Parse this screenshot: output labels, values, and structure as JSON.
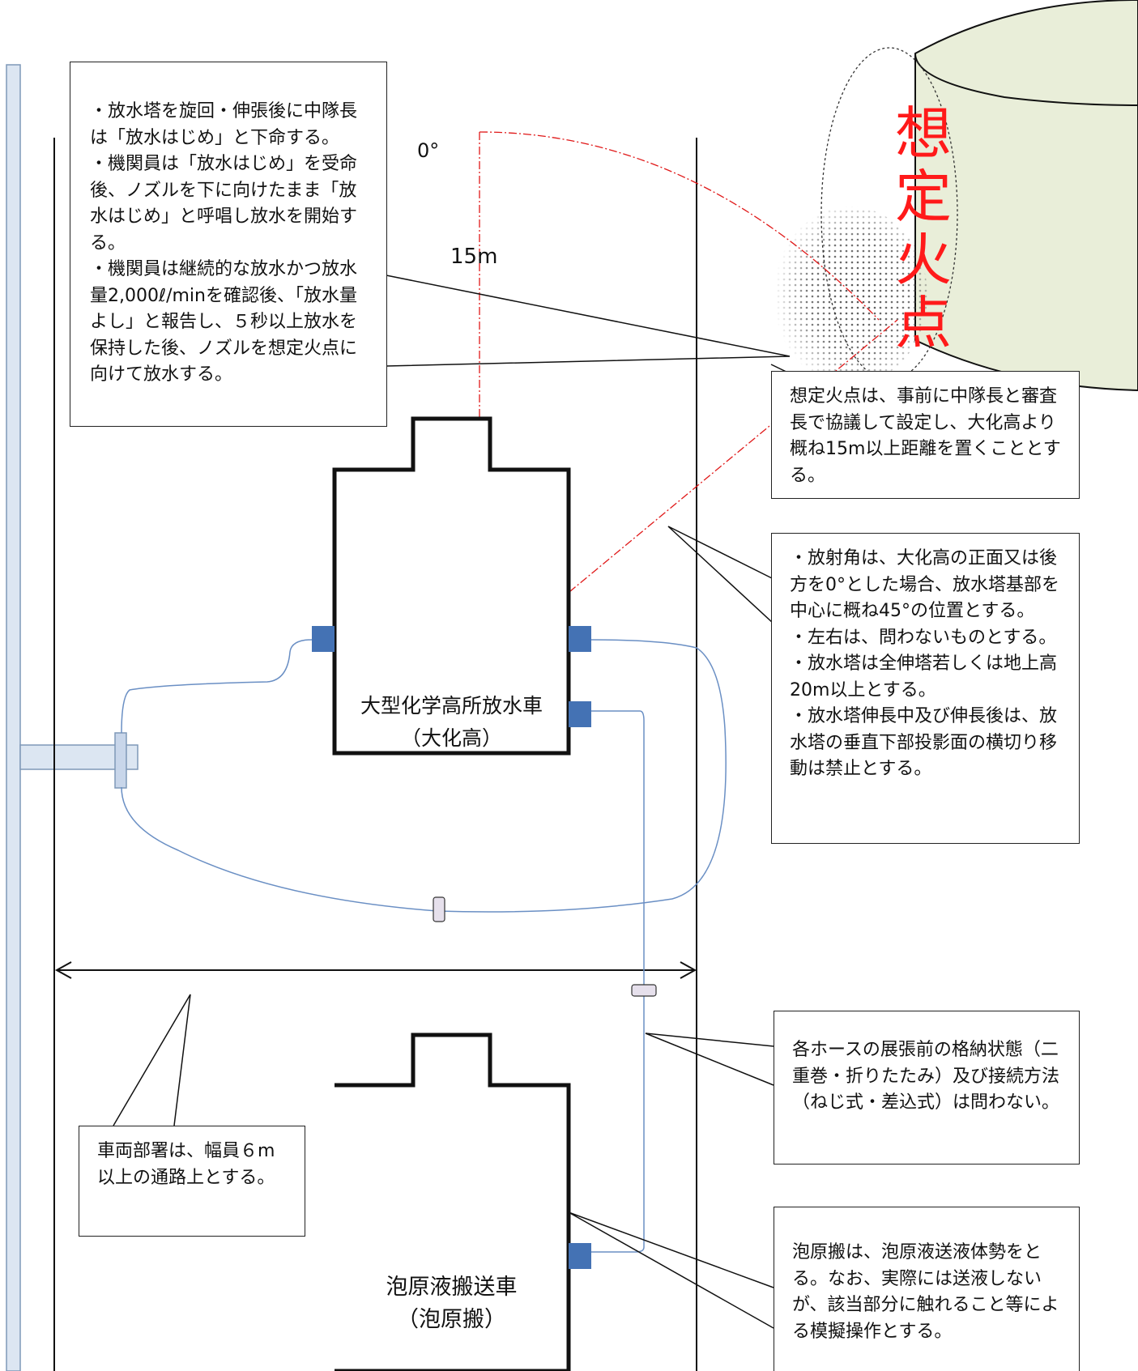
{
  "callouts": {
    "top_left": "・放水塔を旋回・伸張後に中隊長は「放水はじめ」と下命する。\n・機関員は「放水はじめ」を受命後、ノズルを下に向けたまま「放水はじめ」と呼唱し放水を開始する。\n・機関員は継続的な放水かつ放水量2,000ℓ/minを確認後、「放水量よし」と報告し、５秒以上放水を保持した後、ノズルを想定火点に向けて放水する。",
    "fire_point_setting": "想定火点は、事前に中隊長と審査長で協議して設定し、大化高より概ね15m以上距離を置くこととする。",
    "angle_rules": "・放射角は、大化高の正面又は後方を0°とした場合、放水塔基部を中心に概ね45°の位置とする。\n・左右は、問わないものとする。\n・放水塔は全伸塔若しくは地上高20m以上とする。\n・放水塔伸長中及び伸長後は、放水塔の垂直下部投影面の横切り移動は禁止とする。",
    "vehicle_placement": "車両部署は、幅員６m以上の通路上とする。",
    "hose_storage": "各ホースの展張前の格納状態（二重巻・折りたたみ）及び接続方法（ねじ式・差込式）は問わない。",
    "foam_transport": "泡原搬は、泡原液送液体勢をとる。なお、実際には送液しないが、該当部分に触れること等による模擬操作とする。"
  },
  "labels": {
    "fire_point": [
      "想",
      "定",
      "火",
      "点"
    ],
    "angle_zero": "0°",
    "distance": "15m",
    "main_truck_name": "大型化学高所放水車",
    "main_truck_abbr": "（大化高）",
    "foam_truck_name": "泡原液搬送車",
    "foam_truck_abbr": "（泡原搬）"
  },
  "colors": {
    "fire_text": "#ff1a1a",
    "tank_fill": "#e9eed9",
    "hose": "#6a8fc4",
    "coupling": "#4472b4",
    "hydrant": "#dce6f2",
    "angle_line": "#e01818"
  }
}
